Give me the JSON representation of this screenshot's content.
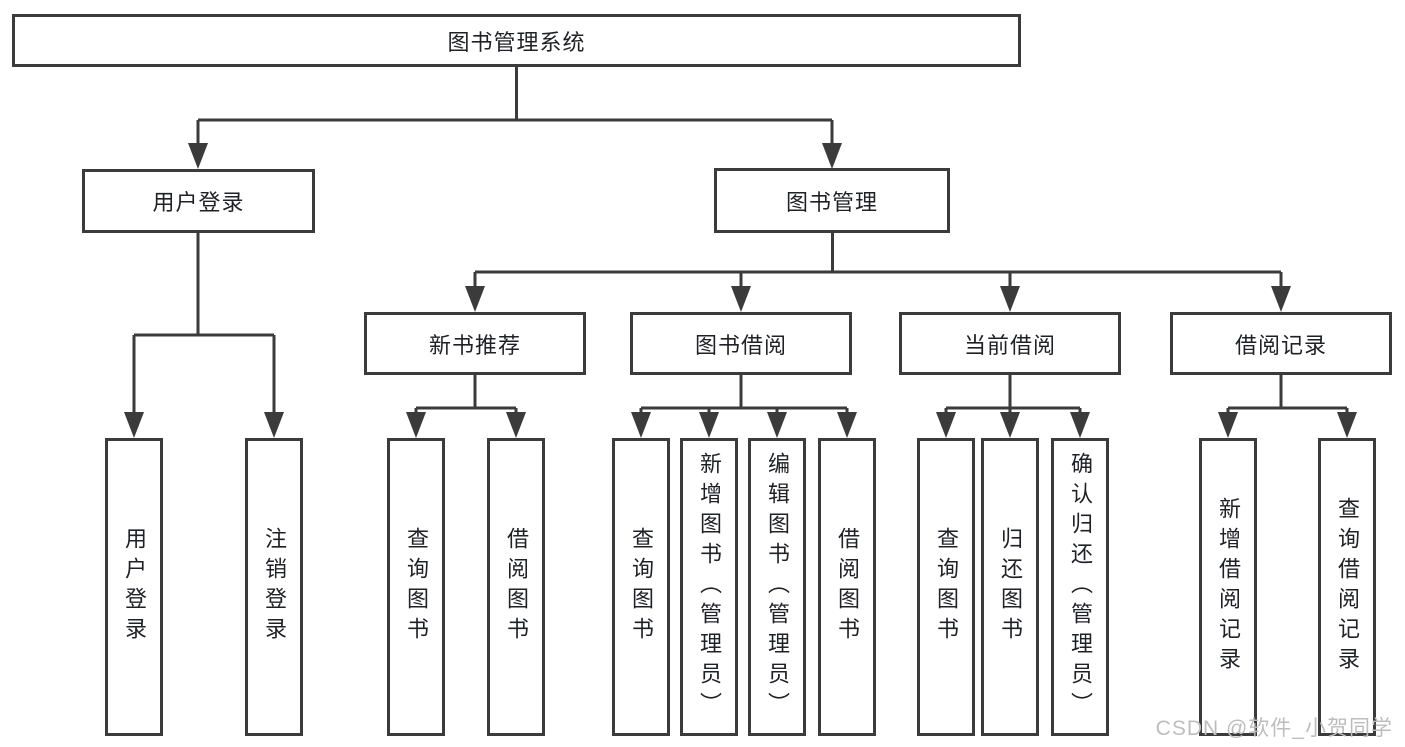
{
  "diagram": {
    "title": "图书管理系统",
    "branches": [
      {
        "label": "用户登录",
        "children": [
          "用户登录",
          "注销登录"
        ]
      },
      {
        "label": "图书管理",
        "sections": [
          {
            "label": "新书推荐",
            "children": [
              "查询图书",
              "借阅图书"
            ]
          },
          {
            "label": "图书借阅",
            "children": [
              "查询图书",
              "新增图书（管理员）",
              "编辑图书（管理员）",
              "借阅图书"
            ]
          },
          {
            "label": "当前借阅",
            "children": [
              "查询图书",
              "归还图书",
              "确认归还（管理员）"
            ]
          },
          {
            "label": "借阅记录",
            "children": [
              "新增借阅记录",
              "查询借阅记录"
            ]
          }
        ]
      }
    ]
  },
  "watermark": {
    "text": "CSDN @软件_小贺同学"
  },
  "colors": {
    "line": "#3b3b3b",
    "text": "#1f2126",
    "watermark": "#bdbdbd",
    "background": "#ffffff"
  }
}
